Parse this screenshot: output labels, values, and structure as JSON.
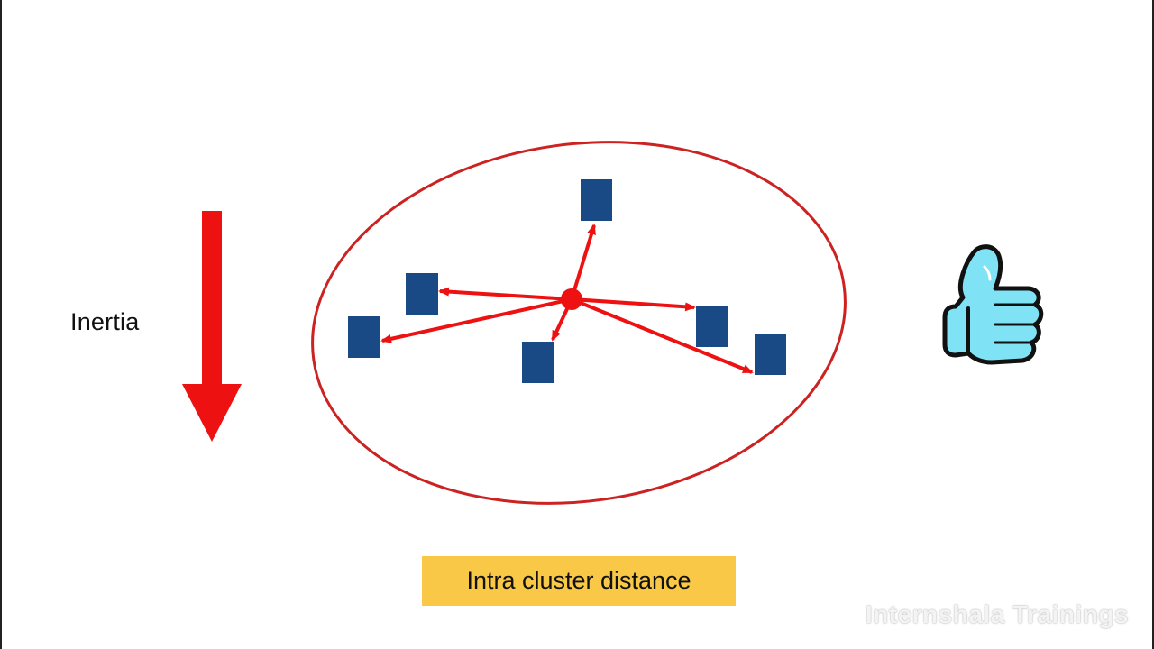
{
  "labels": {
    "inertia": "Inertia",
    "caption": "Intra cluster distance",
    "watermark": "Internshala Trainings"
  },
  "colors": {
    "arrow": "#ee1111",
    "cluster_outline": "#cc2222",
    "point_fill": "#1a4a85",
    "centroid": "#ee1111",
    "caption_bg": "#f8c846",
    "thumb_fill": "#7fe3f5",
    "thumb_outline": "#111111"
  },
  "icons": {
    "down_arrow": "down-arrow-icon",
    "thumbs_up": "thumbs-up-icon"
  }
}
